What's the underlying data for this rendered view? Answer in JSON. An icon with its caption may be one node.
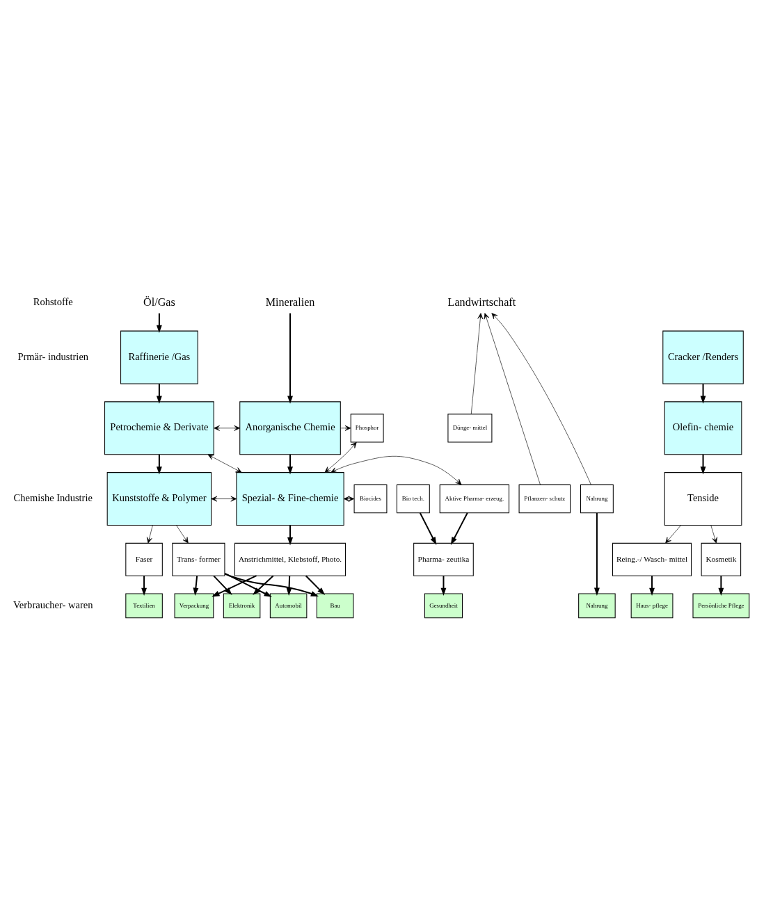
{
  "diagram": {
    "nodes": [
      {
        "text": [
          "Öl/Gas"
        ]
      },
      {
        "text": [
          "Mineralien"
        ]
      },
      {
        "text": [
          "Landwirtschaft"
        ]
      },
      {
        "text": [
          "Raffinerie /Gas"
        ]
      },
      {
        "text": [
          "Cracker /Renders"
        ]
      },
      {
        "text": [
          "Petrochemie & Derivate"
        ]
      },
      {
        "text": [
          "Anorganische Chemie"
        ]
      },
      {
        "text": [
          "Phosphor"
        ]
      },
      {
        "text": [
          "Dünge- mittel"
        ]
      },
      {
        "text": [
          "Biocides"
        ]
      },
      {
        "text": [
          "Pflanzen- schutz"
        ]
      },
      {
        "text": [
          "Aktive Pharma- erzeug."
        ]
      },
      {
        "text": [
          "Bio tech."
        ]
      },
      {
        "text": [
          "Nahrung"
        ]
      },
      {
        "text": [
          "Olefin- chemie"
        ]
      },
      {
        "text": [
          "Kunststoffe & Polymer"
        ]
      },
      {
        "text": [
          "Spezial- & Fine-chemie"
        ]
      },
      {
        "text": [
          "Tenside"
        ]
      },
      {
        "text": [
          "Faser"
        ]
      },
      {
        "text": [
          "Trans- former"
        ]
      },
      {
        "text": [
          "Anstrichmittel, Klebstoff, Photo."
        ]
      },
      {
        "text": [
          "Pharma- zeutika"
        ]
      },
      {
        "text": [
          "Reing.-/ Wasch- mittel"
        ]
      },
      {
        "text": [
          "Kosmetik"
        ]
      },
      {
        "text": [
          "Textilien"
        ]
      },
      {
        "text": [
          "Verpackung"
        ]
      },
      {
        "text": [
          "Elektronik"
        ]
      },
      {
        "text": [
          "Automobil"
        ]
      },
      {
        "text": [
          "Bau"
        ]
      },
      {
        "text": [
          "Gesundheit"
        ]
      },
      {
        "text": [
          "Nahrung"
        ]
      },
      {
        "text": [
          "Haus- pflege"
        ]
      },
      {
        "text": [
          "Persönliche Pflege"
        ]
      }
    ],
    "edges": [
      {
        "from": 0,
        "to": 3,
        "arrow": "to"
      },
      {
        "from": 1,
        "to": 6,
        "arrow": "to"
      },
      {
        "from": 3,
        "to": 5,
        "arrow": "to"
      },
      {
        "from": 4,
        "to": 14,
        "arrow": "to"
      },
      {
        "from": 5,
        "to": 6,
        "arrow": "both"
      },
      {
        "from": 6,
        "to": 7,
        "arrow": "to"
      },
      {
        "from": 16,
        "to": 7,
        "arrow": "both"
      },
      {
        "from": 16,
        "to": 9,
        "arrow": "both"
      },
      {
        "from": 16,
        "to": 11,
        "arrow": "both"
      },
      {
        "from": 8,
        "to": 2,
        "arrow": "to"
      },
      {
        "from": 10,
        "to": 2,
        "arrow": "to"
      },
      {
        "from": 13,
        "to": 2,
        "arrow": "to"
      },
      {
        "from": 5,
        "to": 16,
        "arrow": "both"
      },
      {
        "from": 15,
        "to": 16,
        "arrow": "both"
      },
      {
        "from": 5,
        "to": 15,
        "arrow": "to"
      },
      {
        "from": 6,
        "to": 16,
        "arrow": "to"
      },
      {
        "from": 14,
        "to": 17,
        "arrow": "to"
      },
      {
        "from": 15,
        "to": 18,
        "arrow": "to"
      },
      {
        "from": 15,
        "to": 19,
        "arrow": "to"
      },
      {
        "from": 16,
        "to": 20,
        "arrow": "to"
      },
      {
        "from": 11,
        "to": 21,
        "arrow": "to"
      },
      {
        "from": 12,
        "to": 21,
        "arrow": "to"
      },
      {
        "from": 17,
        "to": 22,
        "arrow": "to"
      },
      {
        "from": 17,
        "to": 23,
        "arrow": "to"
      },
      {
        "from": 18,
        "to": 24,
        "arrow": "to"
      },
      {
        "from": 19,
        "to": 25,
        "arrow": "to"
      },
      {
        "from": 19,
        "to": 26,
        "arrow": "to"
      },
      {
        "from": 19,
        "to": 27,
        "arrow": "to"
      },
      {
        "from": 19,
        "to": 28,
        "arrow": "to"
      },
      {
        "from": 20,
        "to": 25,
        "arrow": "to"
      },
      {
        "from": 20,
        "to": 26,
        "arrow": "to"
      },
      {
        "from": 20,
        "to": 27,
        "arrow": "to"
      },
      {
        "from": 20,
        "to": 28,
        "arrow": "to"
      },
      {
        "from": 21,
        "to": 29,
        "arrow": "to"
      },
      {
        "from": 13,
        "to": 30,
        "arrow": "to"
      },
      {
        "from": 22,
        "to": 31,
        "arrow": "to"
      },
      {
        "from": 23,
        "to": 32,
        "arrow": "to"
      }
    ],
    "labels": [
      "Rohstoffe",
      "Prmär- industrien",
      "Chemishe Industrie",
      "Verbraucher- waren"
    ]
  }
}
